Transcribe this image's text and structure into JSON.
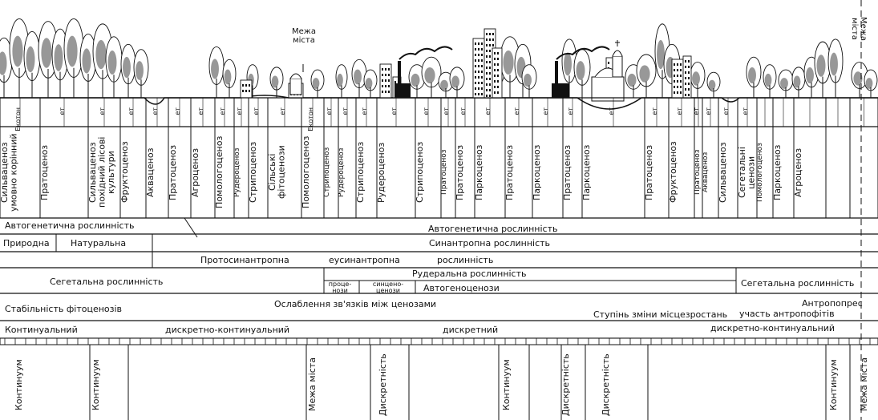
{
  "top": {
    "city_border_label": "Межа міста",
    "city_border_label_right": "Межа міста"
  },
  "strip_labels": [
    "Екотон",
    "ет",
    "ет",
    "ет",
    "ет",
    "ет",
    "ет",
    "ет",
    "ет",
    "ет",
    "ет",
    "Екотон",
    "ет",
    "ет",
    "ет",
    "ет",
    "ет",
    "ет",
    "ет",
    "ет",
    "ет",
    "ет",
    "ет",
    "ет",
    "ет",
    "ет",
    "ет",
    "ет",
    "ет",
    "ет"
  ],
  "cenoses": [
    "Сильваценоз умовно корінний",
    "Пратоценоз",
    "Сильваценоз похідний лісові культури",
    "Фруктоценоз",
    "Акваценоз",
    "Пратоценоз",
    "Агроценоз",
    "Помологоценоз",
    "Рудероценоз",
    "Стрипоценоз",
    "Сільські фітоценози",
    "Помологоценоз",
    "Стрипоценоз",
    "Рудероценоз",
    "Стрипоценоз",
    "Рудероценоз",
    "Стрипоценоз",
    "Пратоценоз",
    "Пратоценоз",
    "Паркоценоз",
    "Пратоценоз",
    "Паркоценоз",
    "Пратоценоз",
    "Паркоценоз",
    "Пратоценоз",
    "Фруктоценоз",
    "Пратоценоз",
    "Акваценоз",
    "Сильваценоз",
    "Сегетальні ценози",
    "Помологоценоз",
    "Паркоценоз",
    "Агроценоз"
  ],
  "rows": {
    "r1_left": "Автогенетична рослинність",
    "r1_right": "Автогенетична рослинність",
    "r2_a": "Природна",
    "r2_b": "Натуральна",
    "r2_c": "Синантропна рослинність",
    "r3_a": "Протосинантропна",
    "r3_b": "еусинантропна",
    "r3_c": "рослинність",
    "r4_left": "Сегетальна рослинність",
    "r4_mid": "Рудеральна рослинність",
    "r4_sub1": "проце- нози",
    "r4_sub2": "синцено- ценози",
    "r4_sub3": "Автогеноценози",
    "r4_right": "Сегетальна рослинність",
    "r5_a": "Стабільність фітоценозів",
    "r5_b": "Ослаблення зв'язків між ценозами",
    "r5_c": "Ступінь зміни місцезростань",
    "r5_d": "Антропопрес",
    "r5_e": "участь антропофітів",
    "r6_a": "Континуальний",
    "r6_b": "дискретно-континуальний",
    "r6_c": "дискретний",
    "r6_d": "дискретно-континуальний"
  },
  "bottom": [
    "Континуум",
    "Континуум",
    "Межа міста",
    "Дискретність",
    "Континуум",
    "Дискретність",
    "Дискретність",
    "Континуум",
    "Межа міста"
  ]
}
